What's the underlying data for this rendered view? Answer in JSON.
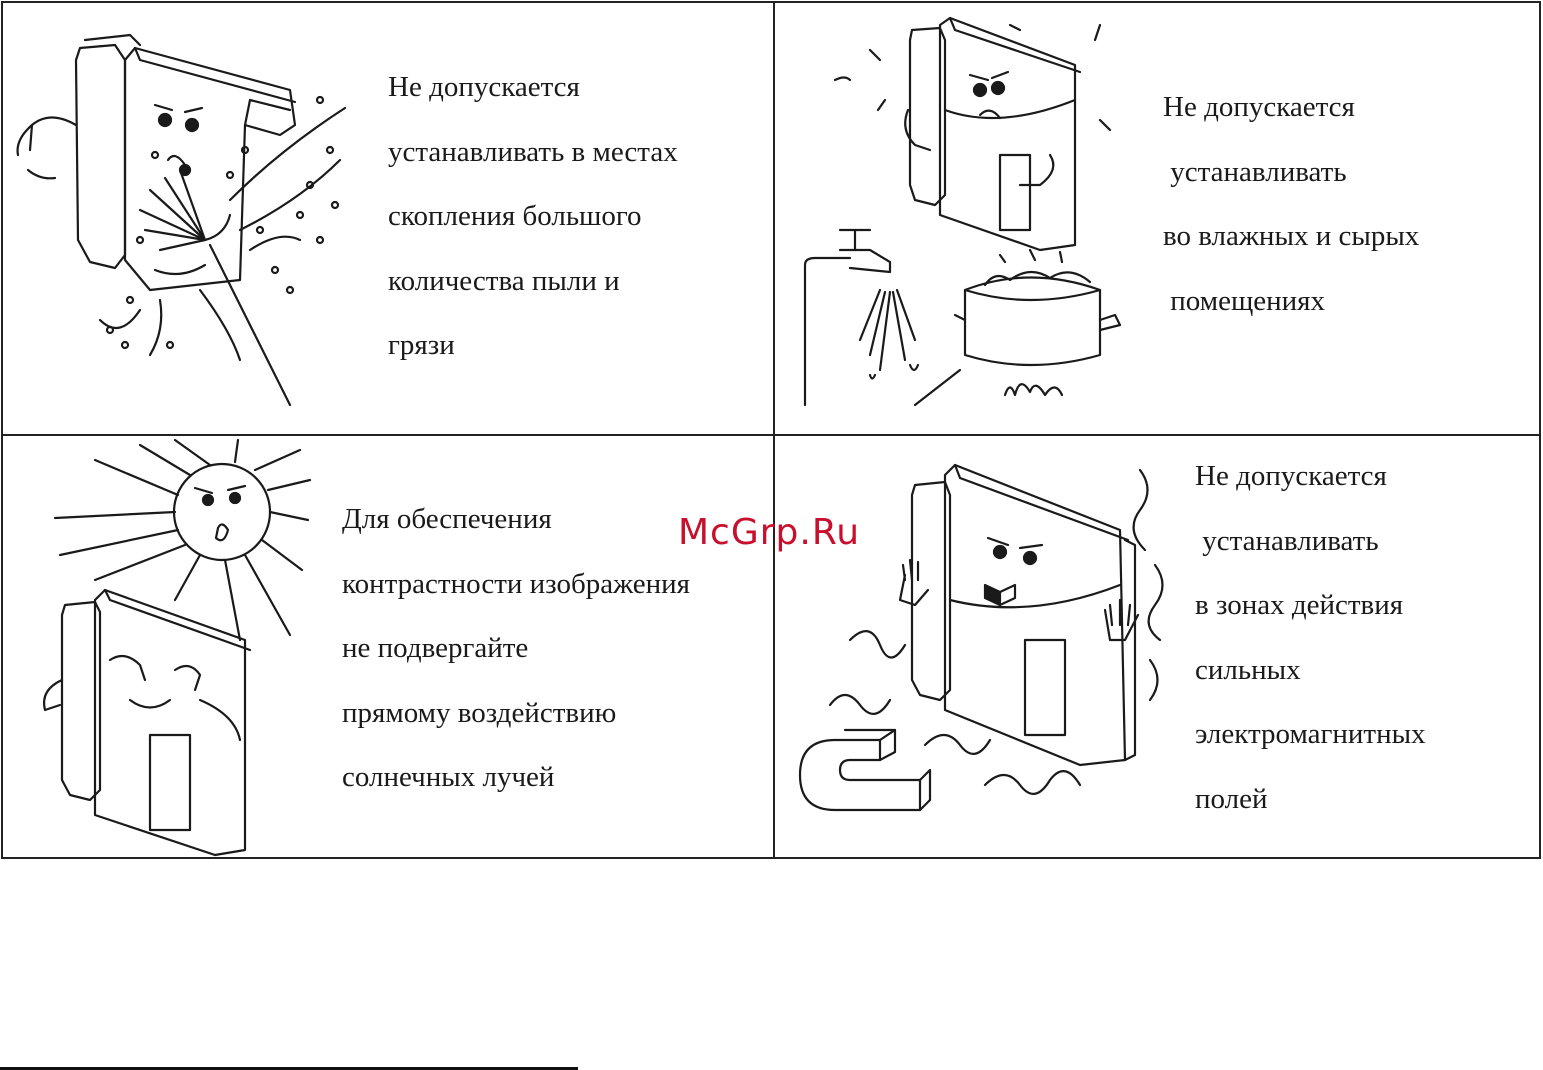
{
  "panels": {
    "dust": {
      "lines": [
        "Не допускается",
        "устанавливать в местах",
        "скопления большого",
        "количества пыли и",
        "грязи"
      ]
    },
    "humidity": {
      "lines": [
        "Не допускается",
        " устанавливать",
        "во влажных и сырых",
        " помещениях"
      ]
    },
    "sunlight": {
      "lines": [
        "Для обеспечения",
        "контрастности изображения",
        "не подвергайте",
        "прямому воздействию",
        "солнечных лучей"
      ]
    },
    "magnetic": {
      "lines": [
        "Не допускается",
        " устанавливать",
        "в зонах действия",
        "сильных",
        "электромагнитных",
        "полей"
      ]
    }
  },
  "watermark": "McGrp.Ru",
  "colors": {
    "watermark": "#c8102e",
    "lines": "#1a1a1a"
  }
}
